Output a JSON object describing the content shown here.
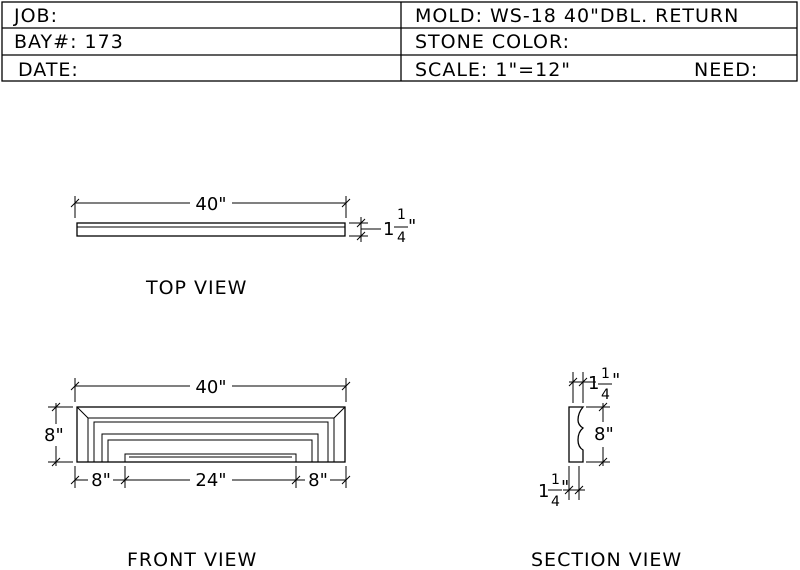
{
  "title_block": {
    "job": "JOB:",
    "bay": "BAY#:  173",
    "date": "DATE:",
    "mold": "MOLD:  WS-18  40\"DBL.  RETURN",
    "stone_color": "STONE  COLOR:",
    "scale": "SCALE:  1\"=12\"",
    "need": "NEED:"
  },
  "top_view": {
    "label": "TOP  VIEW",
    "length_dim": "40\"",
    "depth_whole": "1",
    "depth_num": "1",
    "depth_den": "4",
    "depth_unit": "\""
  },
  "front_view": {
    "label": "FRONT  VIEW",
    "length_dim": "40\"",
    "height_dim": "8\"",
    "left_dim": "8\"",
    "center_dim": "24\"",
    "right_dim": "8\""
  },
  "section_view": {
    "label": "SECTION  VIEW",
    "top_whole": "1",
    "top_num": "1",
    "top_den": "4",
    "top_unit": "\"",
    "height_dim": "8\"",
    "bottom_whole": "1",
    "bottom_num": "1",
    "bottom_den": "4",
    "bottom_unit": "\""
  }
}
